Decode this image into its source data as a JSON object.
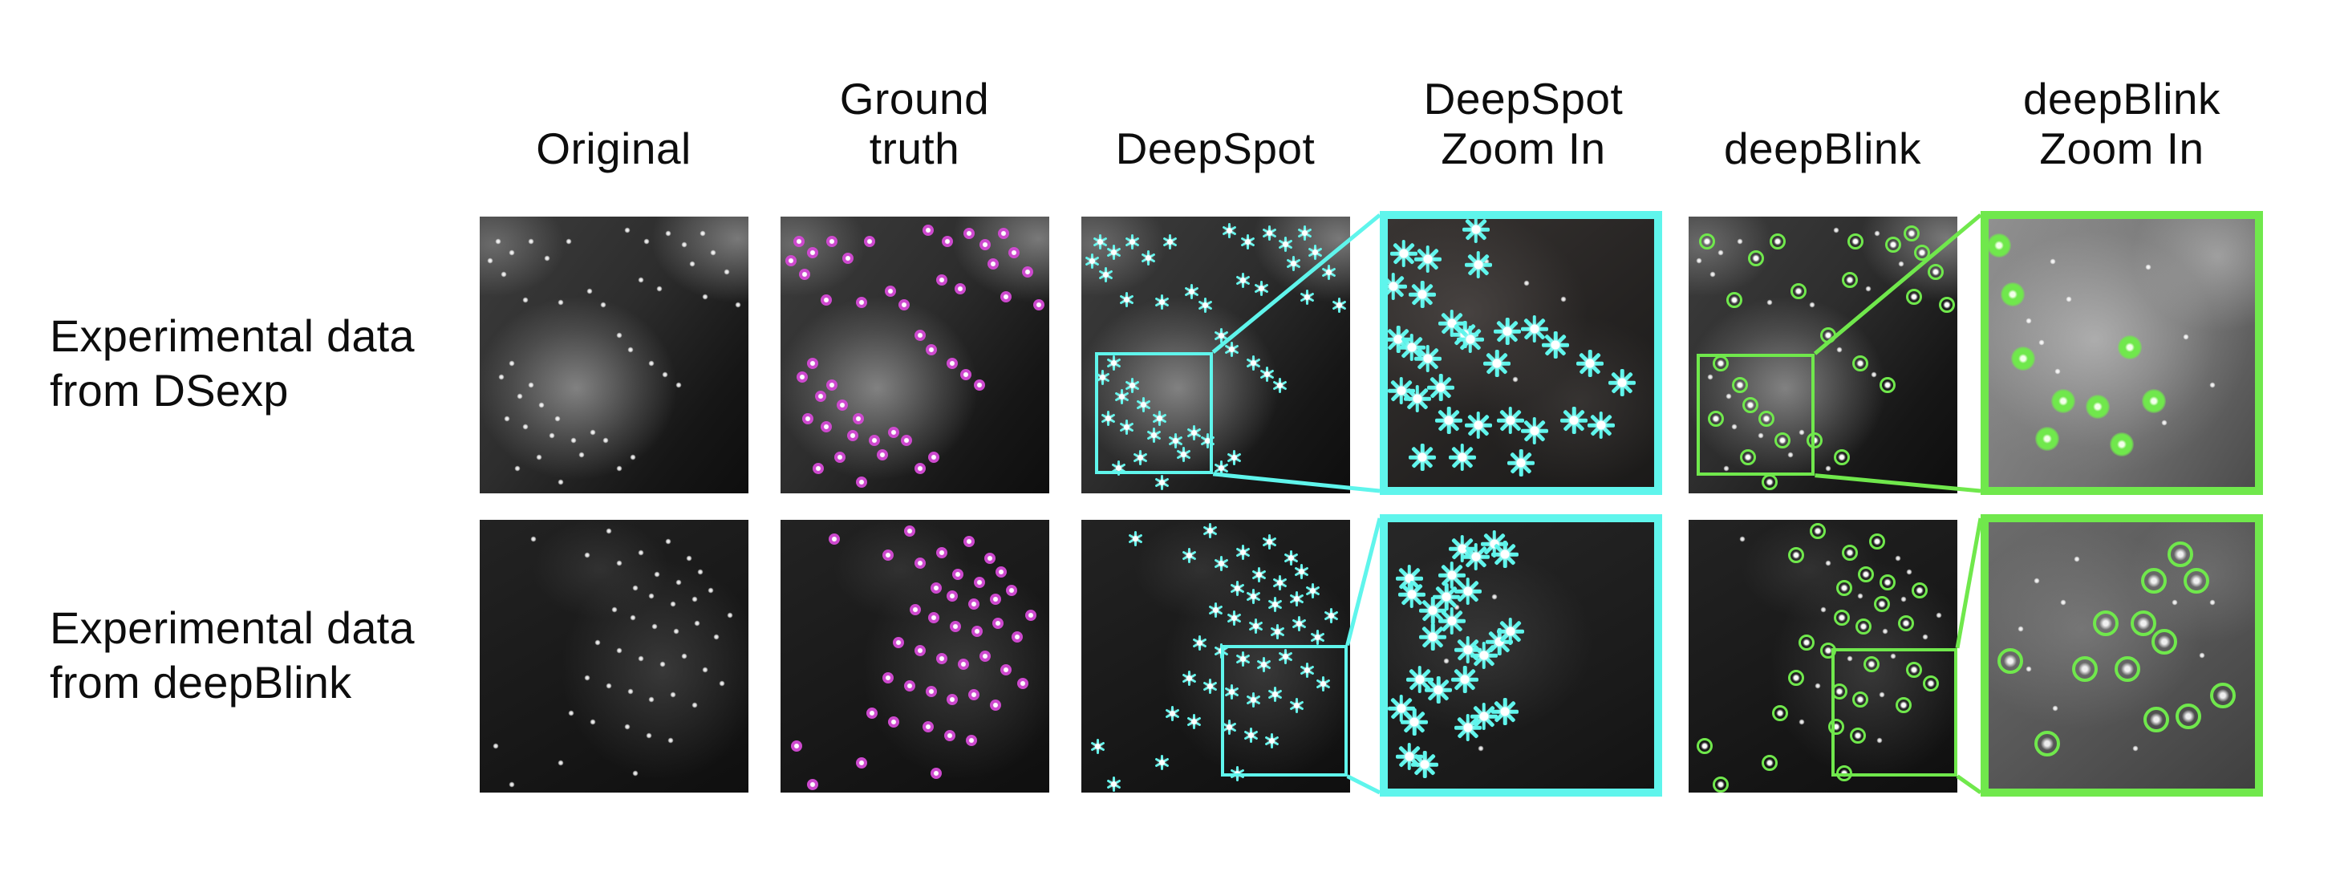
{
  "columns": [
    {
      "label": "Original"
    },
    {
      "label": "Ground\ntruth"
    },
    {
      "label": "DeepSpot"
    },
    {
      "label": "DeepSpot\nZoom In"
    },
    {
      "label": "deepBlink"
    },
    {
      "label": "deepBlink\nZoom In"
    }
  ],
  "colors": {
    "deepspot_cyan": "#5ff5ec",
    "deepblink_green": "#70e84c",
    "ground_truth_magenta": "#cd49ce",
    "speck_white": "#ffffff",
    "text_black": "#0d0d0d"
  },
  "marker_legend": {
    "ground_truth": "magenta dot",
    "deepspot": "cyan star",
    "deepblink": "green circle"
  },
  "rows": [
    {
      "label": "Experimental data\nfrom DSexp",
      "spots": [
        [
          7,
          9
        ],
        [
          12,
          13
        ],
        [
          9,
          21
        ],
        [
          4,
          16
        ],
        [
          19,
          9
        ],
        [
          25,
          15
        ],
        [
          33,
          9
        ],
        [
          55,
          5
        ],
        [
          62,
          9
        ],
        [
          70,
          6
        ],
        [
          76,
          10
        ],
        [
          83,
          6
        ],
        [
          87,
          13
        ],
        [
          79,
          17
        ],
        [
          92,
          20
        ],
        [
          60,
          23
        ],
        [
          67,
          26
        ],
        [
          84,
          29
        ],
        [
          96,
          32
        ],
        [
          41,
          27
        ],
        [
          46,
          32
        ],
        [
          30,
          31
        ],
        [
          17,
          30
        ],
        [
          52,
          43
        ],
        [
          56,
          48
        ],
        [
          64,
          53
        ],
        [
          69,
          57
        ],
        [
          74,
          61
        ],
        [
          12,
          53
        ],
        [
          8,
          58
        ],
        [
          19,
          61
        ],
        [
          15,
          65
        ],
        [
          23,
          68
        ],
        [
          10,
          73
        ],
        [
          17,
          76
        ],
        [
          29,
          73
        ],
        [
          27,
          79
        ],
        [
          35,
          81
        ],
        [
          42,
          78
        ],
        [
          47,
          81
        ],
        [
          38,
          86
        ],
        [
          22,
          87
        ],
        [
          14,
          91
        ],
        [
          30,
          96
        ],
        [
          52,
          91
        ],
        [
          57,
          87
        ]
      ],
      "deepblink_spots": [
        [
          7,
          9
        ],
        [
          25,
          15
        ],
        [
          33,
          9
        ],
        [
          62,
          9
        ],
        [
          76,
          10
        ],
        [
          83,
          6
        ],
        [
          87,
          13
        ],
        [
          92,
          20
        ],
        [
          60,
          23
        ],
        [
          84,
          29
        ],
        [
          96,
          32
        ],
        [
          41,
          27
        ],
        [
          17,
          30
        ],
        [
          52,
          43
        ],
        [
          64,
          53
        ],
        [
          74,
          61
        ],
        [
          12,
          53
        ],
        [
          19,
          61
        ],
        [
          23,
          68
        ],
        [
          10,
          73
        ],
        [
          29,
          73
        ],
        [
          35,
          81
        ],
        [
          47,
          81
        ],
        [
          22,
          87
        ],
        [
          30,
          96
        ],
        [
          57,
          87
        ]
      ],
      "roi_deepspot": {
        "x": 5,
        "y": 49,
        "w": 44,
        "h": 44
      },
      "roi_deepblink": {
        "x": 3,
        "y": 49.5,
        "w": 44,
        "h": 44
      },
      "zoom_deepspot_spots": [
        [
          6,
          13
        ],
        [
          15,
          15
        ],
        [
          2,
          25
        ],
        [
          13,
          28
        ],
        [
          33,
          4
        ],
        [
          34,
          17
        ],
        [
          24,
          39
        ],
        [
          29,
          43
        ],
        [
          4,
          45
        ],
        [
          9,
          48
        ],
        [
          15,
          52
        ],
        [
          31,
          45
        ],
        [
          45,
          42
        ],
        [
          41,
          54
        ],
        [
          55,
          41
        ],
        [
          63,
          47
        ],
        [
          76,
          54
        ],
        [
          88,
          61
        ],
        [
          20,
          63
        ],
        [
          5,
          64
        ],
        [
          11,
          67
        ],
        [
          23,
          75
        ],
        [
          34,
          77
        ],
        [
          46,
          75
        ],
        [
          55,
          79
        ],
        [
          70,
          75
        ],
        [
          80,
          77
        ],
        [
          28,
          89
        ],
        [
          50,
          91
        ],
        [
          13,
          89
        ]
      ],
      "zoom_deepspot_specks": [
        [
          37,
          16
        ],
        [
          52,
          24
        ],
        [
          66,
          30
        ],
        [
          48,
          60
        ]
      ],
      "zoom_deepblink_marker": "blob",
      "zoom_deepblink_spots": [
        [
          9,
          28
        ],
        [
          13,
          52
        ],
        [
          53,
          48
        ],
        [
          28,
          68
        ],
        [
          41,
          70
        ],
        [
          62,
          68
        ],
        [
          22,
          82
        ],
        [
          50,
          84
        ],
        [
          4,
          10
        ]
      ],
      "zoom_deepblink_specks": [
        [
          24,
          16
        ],
        [
          60,
          18
        ],
        [
          20,
          46
        ],
        [
          26,
          57
        ],
        [
          74,
          44
        ],
        [
          66,
          76
        ],
        [
          30,
          30
        ],
        [
          84,
          62
        ],
        [
          15,
          38
        ]
      ]
    },
    {
      "label": "Experimental data\nfrom deepBlink",
      "spots": [
        [
          20,
          7
        ],
        [
          48,
          4
        ],
        [
          40,
          13
        ],
        [
          52,
          16
        ],
        [
          60,
          12
        ],
        [
          70,
          8
        ],
        [
          78,
          14
        ],
        [
          66,
          20
        ],
        [
          74,
          23
        ],
        [
          82,
          19
        ],
        [
          58,
          25
        ],
        [
          64,
          28
        ],
        [
          72,
          31
        ],
        [
          80,
          29
        ],
        [
          86,
          26
        ],
        [
          50,
          33
        ],
        [
          57,
          36
        ],
        [
          65,
          39
        ],
        [
          73,
          41
        ],
        [
          81,
          38
        ],
        [
          88,
          43
        ],
        [
          44,
          45
        ],
        [
          52,
          48
        ],
        [
          60,
          51
        ],
        [
          68,
          53
        ],
        [
          76,
          50
        ],
        [
          84,
          55
        ],
        [
          40,
          58
        ],
        [
          48,
          61
        ],
        [
          56,
          63
        ],
        [
          64,
          66
        ],
        [
          72,
          64
        ],
        [
          80,
          68
        ],
        [
          34,
          71
        ],
        [
          42,
          74
        ],
        [
          55,
          76
        ],
        [
          63,
          79
        ],
        [
          71,
          81
        ],
        [
          6,
          83
        ],
        [
          30,
          89
        ],
        [
          58,
          93
        ],
        [
          12,
          97
        ],
        [
          90,
          60
        ],
        [
          93,
          35
        ]
      ],
      "deepblink_spots": [
        [
          48,
          4
        ],
        [
          40,
          13
        ],
        [
          60,
          12
        ],
        [
          70,
          8
        ],
        [
          66,
          20
        ],
        [
          74,
          23
        ],
        [
          58,
          25
        ],
        [
          72,
          31
        ],
        [
          86,
          26
        ],
        [
          57,
          36
        ],
        [
          65,
          39
        ],
        [
          81,
          38
        ],
        [
          44,
          45
        ],
        [
          52,
          48
        ],
        [
          68,
          53
        ],
        [
          84,
          55
        ],
        [
          40,
          58
        ],
        [
          56,
          63
        ],
        [
          64,
          66
        ],
        [
          80,
          68
        ],
        [
          34,
          71
        ],
        [
          55,
          76
        ],
        [
          63,
          79
        ],
        [
          6,
          83
        ],
        [
          30,
          89
        ],
        [
          58,
          93
        ],
        [
          12,
          97
        ],
        [
          90,
          60
        ]
      ],
      "roi_deepspot": {
        "x": 52,
        "y": 46,
        "w": 47,
        "h": 48
      },
      "roi_deepblink": {
        "x": 53,
        "y": 47,
        "w": 47,
        "h": 47
      },
      "zoom_deepspot_spots": [
        [
          28,
          10
        ],
        [
          33,
          13
        ],
        [
          40,
          8
        ],
        [
          44,
          12
        ],
        [
          24,
          20
        ],
        [
          8,
          21
        ],
        [
          9,
          27
        ],
        [
          22,
          28
        ],
        [
          30,
          26
        ],
        [
          17,
          33
        ],
        [
          24,
          37
        ],
        [
          17,
          43
        ],
        [
          30,
          48
        ],
        [
          36,
          50
        ],
        [
          42,
          45
        ],
        [
          46,
          41
        ],
        [
          12,
          59
        ],
        [
          19,
          63
        ],
        [
          29,
          59
        ],
        [
          5,
          70
        ],
        [
          10,
          75
        ],
        [
          30,
          77
        ],
        [
          36,
          73
        ],
        [
          44,
          71
        ],
        [
          8,
          88
        ],
        [
          14,
          91
        ]
      ],
      "zoom_deepspot_specks": [
        [
          26,
          32
        ],
        [
          40,
          28
        ],
        [
          22,
          52
        ],
        [
          35,
          85
        ]
      ],
      "zoom_deepblink_marker": "bigring",
      "zoom_deepblink_spots": [
        [
          72,
          12
        ],
        [
          62,
          22
        ],
        [
          78,
          22
        ],
        [
          44,
          38
        ],
        [
          58,
          38
        ],
        [
          66,
          45
        ],
        [
          36,
          55
        ],
        [
          52,
          55
        ],
        [
          63,
          74
        ],
        [
          75,
          73
        ],
        [
          22,
          83
        ],
        [
          8,
          52
        ],
        [
          88,
          65
        ]
      ],
      "zoom_deepblink_specks": [
        [
          18,
          22
        ],
        [
          28,
          30
        ],
        [
          70,
          30
        ],
        [
          15,
          55
        ],
        [
          80,
          50
        ],
        [
          25,
          70
        ],
        [
          55,
          85
        ],
        [
          12,
          40
        ],
        [
          33,
          14
        ],
        [
          84,
          30
        ]
      ]
    }
  ]
}
